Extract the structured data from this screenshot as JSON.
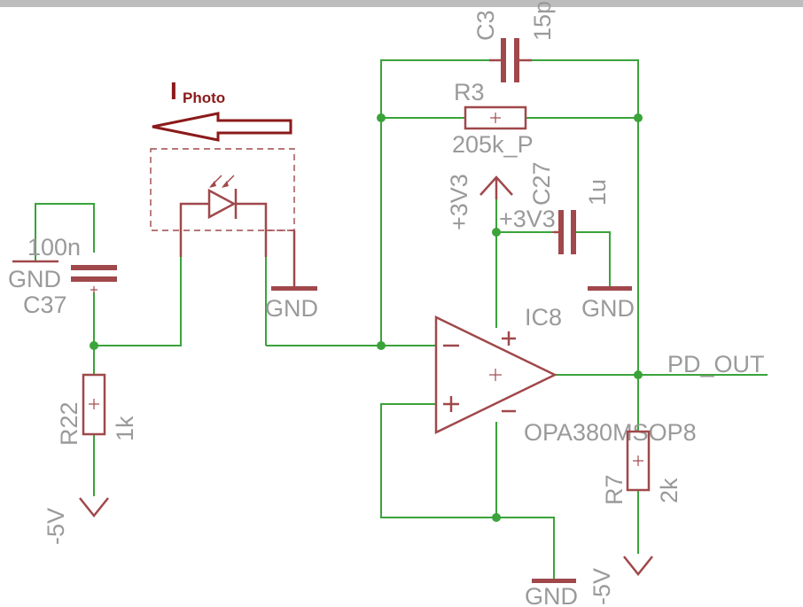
{
  "photocurrent": {
    "symbol": "I",
    "subscript": "Photo"
  },
  "labels": {
    "c3_name": "C3",
    "c3_value": "15p",
    "r3_name": "R3",
    "r3_value": "205k_P",
    "c27_name": "C27",
    "c27_value": "1u",
    "supply_top": "+3V3",
    "supply_c27": "+3V3",
    "gnd_c27": "GND",
    "ic_name": "IC8",
    "ic_part": "OPA380MSOP8",
    "output_net": "PD_OUT",
    "r7_name": "R7",
    "r7_value": "2k",
    "supply_r7": "-5V",
    "gnd_bottom": "GND",
    "gnd_diode": "GND",
    "c37_value": "100n",
    "c37_gnd": "GND",
    "c37_name": "C37",
    "r22_name": "R22",
    "r22_value": "1k",
    "supply_r22": "-5V"
  },
  "colors": {
    "wire": "#3aa33a",
    "component": "#a0484b",
    "label": "#9a9a9a",
    "photocurrent": "#8b1a1a"
  }
}
